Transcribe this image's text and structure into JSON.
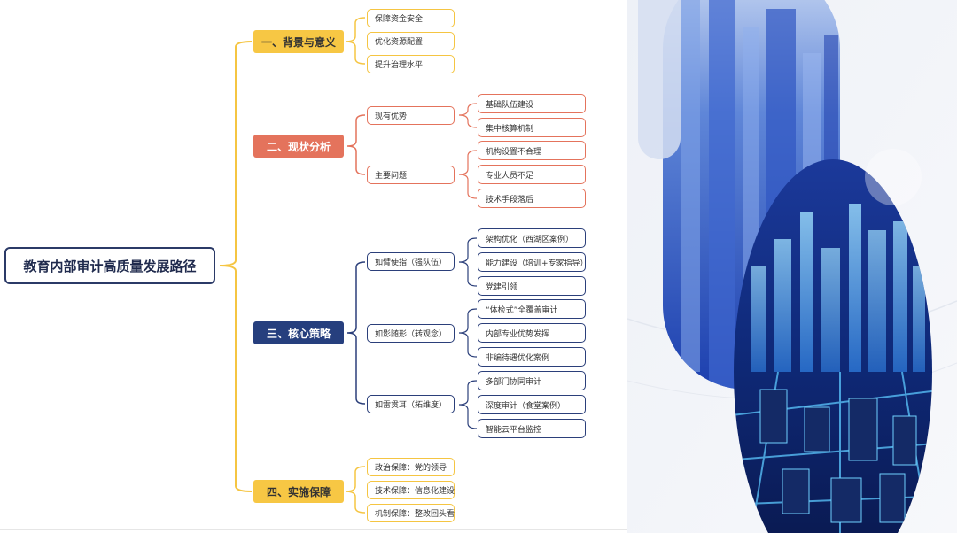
{
  "root": {
    "title": "教育内部审计高质量发展路径"
  },
  "sections": [
    {
      "label": "一、背景与意义",
      "color": "#f7c744",
      "text_color": "#333333",
      "leaves": [
        "保障资金安全",
        "优化资源配置",
        "提升治理水平"
      ]
    },
    {
      "label": "二、现状分析",
      "color": "#e4735c",
      "text_color": "#ffffff",
      "groups": [
        {
          "label": "现有优势",
          "items": [
            "基础队伍建设",
            "集中核算机制"
          ]
        },
        {
          "label": "主要问题",
          "items": [
            "机构设置不合理",
            "专业人员不足",
            "技术手段落后"
          ]
        }
      ]
    },
    {
      "label": "三、核心策略",
      "color": "#263f7e",
      "text_color": "#ffffff",
      "groups": [
        {
          "label": "如臂使指（强队伍）",
          "items": [
            "架构优化（西湖区案例）",
            "能力建设（培训+专家指导）",
            "党建引领"
          ]
        },
        {
          "label": "如影随形（转观念）",
          "items": [
            "“体检式”全覆盖审计",
            "内部专业优势发挥",
            "非编待遇优化案例"
          ]
        },
        {
          "label": "如雷贯耳（拓维度）",
          "items": [
            "多部门协同审计",
            "深度审计（食堂案例）",
            "智能云平台监控"
          ]
        }
      ]
    },
    {
      "label": "四、实施保障",
      "color": "#f7c744",
      "text_color": "#333333",
      "leaves": [
        "政治保障：党的领导",
        "技术保障：信息化建设",
        "机制保障：整改回头看"
      ]
    }
  ],
  "colors": {
    "yellow": "#f5c542",
    "red": "#e4735c",
    "navy": "#2b3f7a",
    "root_border": "#2b3a67"
  },
  "decor": {
    "image": "futuristic-city-skyline-picture"
  }
}
